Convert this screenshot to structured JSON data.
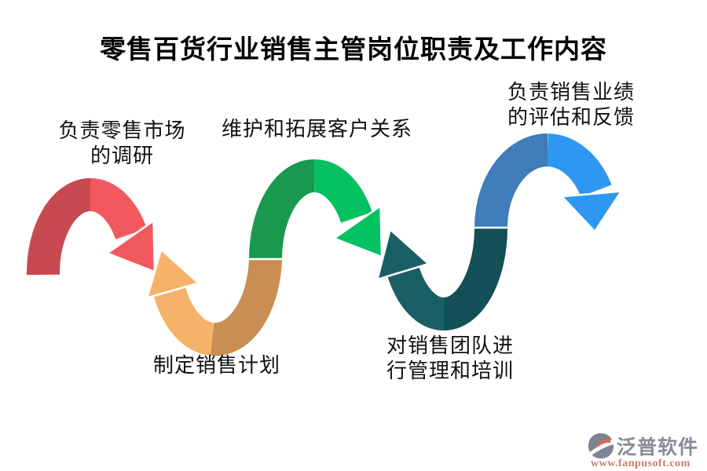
{
  "title": {
    "text": "零售百货行业销售主管岗位职责及工作内容",
    "color": "#000000"
  },
  "steps": [
    {
      "name": "retail-market-research",
      "label_lines": [
        "负责零售市场",
        "的调研"
      ],
      "colors": {
        "dark": "#c74a52",
        "light": "#f2595f"
      }
    },
    {
      "name": "make-sales-plan",
      "label_lines": [
        "制定销售计划"
      ],
      "colors": {
        "dark": "#c98e54",
        "light": "#f6b268"
      }
    },
    {
      "name": "customer-relations",
      "label_lines": [
        "维护和拓展客户关系"
      ],
      "colors": {
        "dark": "#18994e",
        "light": "#04c161"
      }
    },
    {
      "name": "team-management-training",
      "label_lines": [
        "对销售团队进",
        "行管理和培训"
      ],
      "colors": {
        "dark": "#124f57",
        "light": "#1b5f66"
      }
    },
    {
      "name": "performance-evaluation-feedback",
      "label_lines": [
        "负责销售业绩",
        "的评估和反馈"
      ],
      "colors": {
        "dark": "#3f7cb8",
        "light": "#2e97ef"
      }
    }
  ],
  "watermark": {
    "brand": "泛普软件",
    "url": "www.fanpusoft.com",
    "brand_color": "#8b8b95",
    "url_color": "#cf7a6e",
    "icon_body_color": "#7e8494",
    "icon_accent_color": "#e06a4e"
  }
}
